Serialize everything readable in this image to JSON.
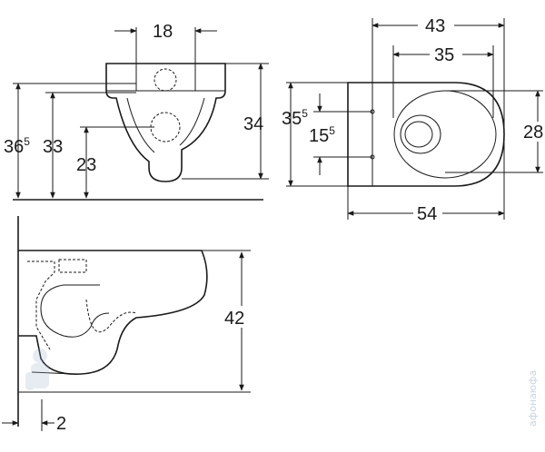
{
  "front_view": {
    "width_18": "18",
    "height_36_main": "36",
    "height_36_sup": "5",
    "height_33": "33",
    "height_23": "23",
    "height_34": "34"
  },
  "top_view": {
    "width_43": "43",
    "width_35": "35",
    "height_35_main": "35",
    "height_35_sup": "5",
    "height_15_main": "15",
    "height_15_sup": "5",
    "height_28": "28",
    "length_54": "54"
  },
  "side_view": {
    "height_42": "42",
    "offset_2": "2"
  },
  "watermark": {
    "text": "афонаюфа"
  },
  "colors": {
    "line": "#1a1a1a",
    "watermark": "#c8d4e0"
  }
}
